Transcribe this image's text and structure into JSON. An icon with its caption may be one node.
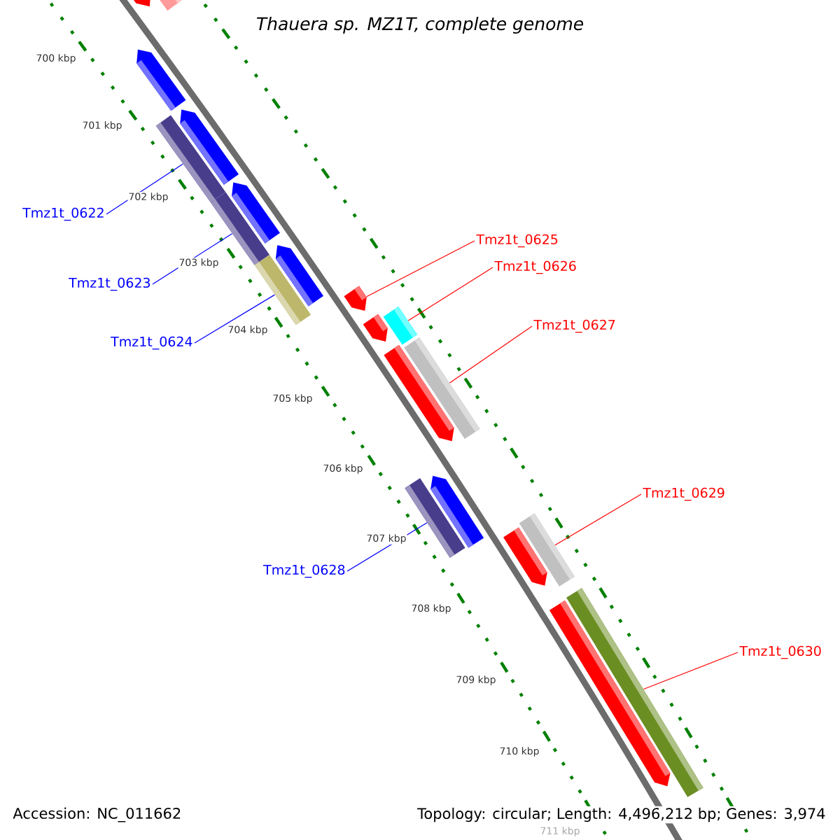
{
  "diagram": {
    "title": "Thauera sp. MZ1T, complete genome",
    "nodes": [
      {
        "text": [],
        "shape": "pentagon"
      },
      {
        "text": [],
        "shape": "bar"
      },
      {
        "text": [],
        "shape": "pentagon"
      },
      {
        "text": [],
        "shape": "pentagon"
      },
      {
        "text": [],
        "shape": "pentagon"
      },
      {
        "text": [],
        "shape": "pentagon"
      },
      {
        "text": [],
        "shape": "bar"
      },
      {
        "text": [],
        "shape": "bar"
      },
      {
        "text": [],
        "shape": "bar"
      },
      {
        "text": [],
        "shape": "pentagon"
      },
      {
        "text": [],
        "shape": "bar"
      },
      {
        "text": [],
        "shape": "pentagon"
      },
      {
        "text": [],
        "shape": "bar"
      },
      {
        "text": [],
        "shape": "pentagon"
      },
      {
        "text": [],
        "shape": "pentagon"
      },
      {
        "text": [],
        "shape": "bar"
      },
      {
        "text": [],
        "shape": "bar"
      },
      {
        "text": [],
        "shape": "pentagon"
      },
      {
        "text": [],
        "shape": "bar"
      },
      {
        "text": [],
        "shape": "pentagon"
      },
      {
        "text": [
          "Tmz1t_0622"
        ]
      },
      {
        "text": [
          "Tmz1t_0623"
        ]
      },
      {
        "text": [
          "Tmz1t_0624"
        ]
      },
      {
        "text": [
          "Tmz1t_0625"
        ]
      },
      {
        "text": [
          "Tmz1t_0626"
        ]
      },
      {
        "text": [
          "Tmz1t_0627"
        ]
      },
      {
        "text": [
          "Tmz1t_0628"
        ]
      },
      {
        "text": [
          "Tmz1t_0629"
        ]
      },
      {
        "text": [
          "Tmz1t_0630"
        ]
      }
    ],
    "edges": [
      {
        "from": 20,
        "to": 6,
        "arrow": "none",
        "color": "#0000ff"
      },
      {
        "from": 21,
        "to": 7,
        "arrow": "none",
        "color": "#0000ff"
      },
      {
        "from": 22,
        "to": 8,
        "arrow": "none",
        "color": "#0000ff"
      },
      {
        "from": 23,
        "to": 9,
        "arrow": "none"
      },
      {
        "from": 24,
        "to": 10,
        "arrow": "none"
      },
      {
        "from": 25,
        "to": 12,
        "arrow": "none"
      },
      {
        "from": 26,
        "to": 15,
        "arrow": "none",
        "color": "#0000ff"
      },
      {
        "from": 27,
        "to": 16,
        "arrow": "none"
      },
      {
        "from": 28,
        "to": 18,
        "arrow": "none"
      }
    ],
    "labels": [
      "700 kbp",
      "701 kbp",
      "702 kbp",
      "703 kbp",
      "704 kbp",
      "705 kbp",
      "706 kbp",
      "707 kbp",
      "708 kbp",
      "709 kbp",
      "710 kbp",
      "711 kbp",
      "Accession: NC_011662",
      "Topology: circular; Length: 4,496,212 bp; Genes: 3,974"
    ]
  }
}
